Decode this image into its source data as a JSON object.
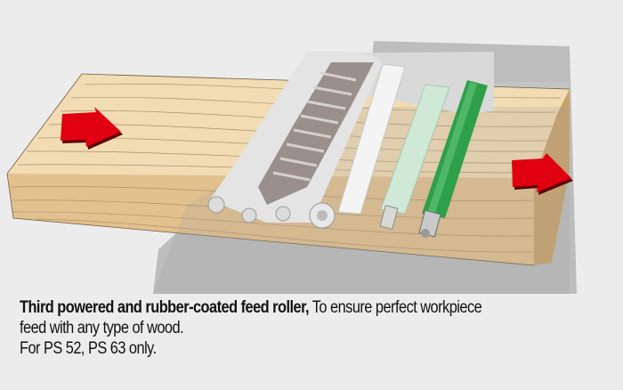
{
  "illustration": {
    "description": "Wood board being fed through planer rollers with red direction arrows",
    "colors": {
      "background": "#ececec",
      "shadow_plate": "#bdbdbd",
      "wood_top": "#f2dcb3",
      "wood_side": "#e3c18e",
      "wood_grain": "#8a7356",
      "arrow": "#e0000f",
      "arrow_shadow": "#5a0000",
      "cutter_block": "#d8d8d8",
      "cutter_knives": "#9a8f8a",
      "smooth_roller": "#f4f4f4",
      "light_green_roller": "#cfe9d6",
      "rubber_roller": "#2fa04a"
    },
    "icons": {
      "infeed_arrow": "arrow-right-icon",
      "outfeed_arrow": "arrow-right-icon"
    }
  },
  "caption": {
    "title": "Third powered and rubber-coated feed roller,",
    "text_1": " To ensure perfect workpiece",
    "text_2": "feed with any type of wood.",
    "text_3": "For PS 52, PS 63 only."
  }
}
